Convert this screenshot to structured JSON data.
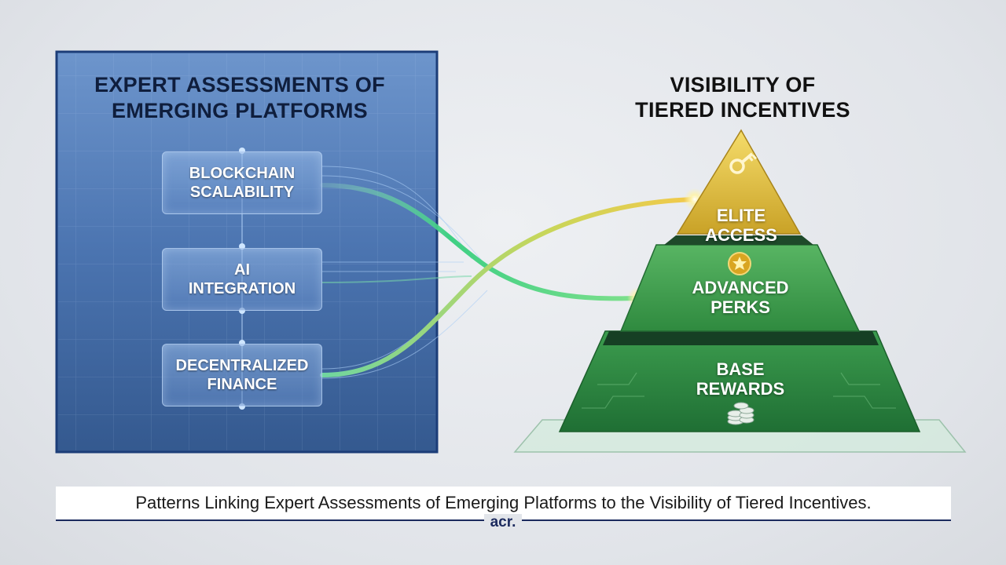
{
  "left_panel": {
    "title_line1": "EXPERT ASSESSMENTS OF",
    "title_line2": "EMERGING PLATFORMS",
    "nodes": [
      {
        "line1": "BLOCKCHAIN",
        "line2": "SCALABILITY"
      },
      {
        "line1": "AI",
        "line2": "INTEGRATION"
      },
      {
        "line1": "DECENTRALIZED",
        "line2": "FINANCE"
      }
    ]
  },
  "right_panel": {
    "title_line1": "VISIBILITY OF",
    "title_line2": "TIERED INCENTIVES",
    "tiers": [
      {
        "line1": "ELITE",
        "line2": "ACCESS",
        "icon": "key-icon",
        "color": "#e3bd36"
      },
      {
        "line1": "ADVANCED",
        "line2": "PERKS",
        "icon": "star-badge-icon",
        "color": "#3f9e4c"
      },
      {
        "line1": "BASE",
        "line2": "REWARDS",
        "icon": "coins-icon",
        "color": "#2e8a43"
      }
    ]
  },
  "caption": "Patterns Linking Expert Assessments of Emerging Platforms to the Visibility of Tiered Incentives.",
  "brand": "acr.",
  "colors": {
    "panel_blue": "#3f6aa6",
    "panel_border": "#1c3d78",
    "connector_green": "#4bd48a",
    "connector_gold": "#f2c94c",
    "brand_navy": "#1b2a5e"
  }
}
